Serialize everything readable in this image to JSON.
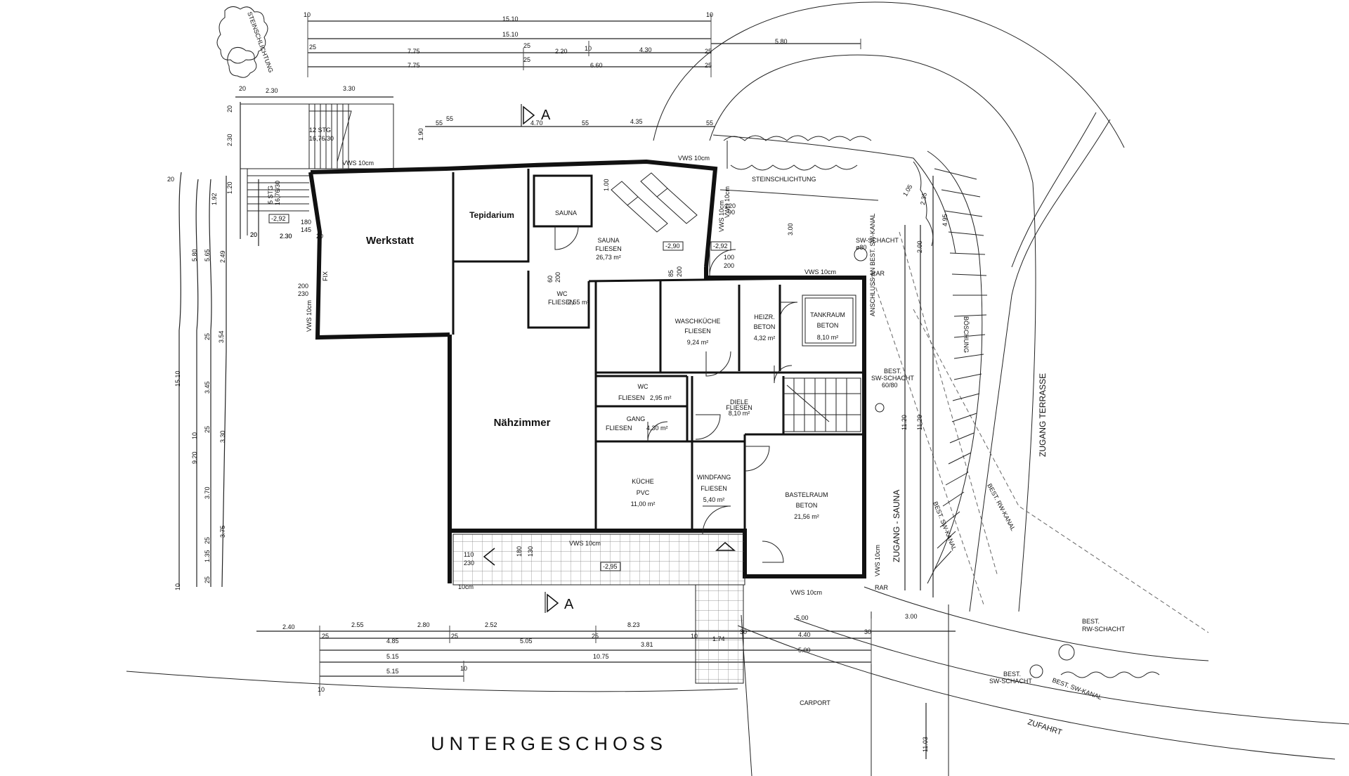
{
  "title": "UNTERGESCHOSS",
  "section_marks": [
    "A",
    "A"
  ],
  "rooms": {
    "werkstatt": {
      "name": "Werkstatt"
    },
    "tepidarium": {
      "name": "Tepidarium"
    },
    "sauna_cabin": {
      "name": "SAUNA"
    },
    "sauna": {
      "name": "SAUNA",
      "floor": "FLIESEN",
      "area": "26,73 m²"
    },
    "wc_top": {
      "name": "WC",
      "floor": "FLIESEN",
      "area": "2,55 m²"
    },
    "waschkueche": {
      "name": "WASCHKÜCHE",
      "floor": "FLIESEN",
      "area": "9,24 m²"
    },
    "heizr": {
      "name": "HEIZR.",
      "floor": "BETON",
      "area": "4,32 m²"
    },
    "tankraum": {
      "name": "TANKRAUM",
      "floor": "BETON",
      "area": "8,10 m²"
    },
    "wc_mid": {
      "name": "WC",
      "floor": "FLIESEN",
      "area": "2,95 m²"
    },
    "diele": {
      "name": "DIELE",
      "floor": "FLIESEN",
      "area": "8,10 m²"
    },
    "gang": {
      "name": "GANG",
      "floor": "FLIESEN",
      "area": "4,30 m²"
    },
    "naehzimmer": {
      "name": "Nähzimmer"
    },
    "kueche": {
      "name": "KÜCHE",
      "floor": "PVC",
      "area": "11,00 m²"
    },
    "windfang": {
      "name": "WINDFANG",
      "floor": "FLIESEN",
      "area": "5,40 m²"
    },
    "bastelraum": {
      "name": "BASTELRAUM",
      "floor": "BETON",
      "area": "21,56 m²"
    },
    "carport": {
      "name": "CARPORT"
    }
  },
  "site_labels": {
    "steinschlichtung_top": "STEINSCHLICHTUNG",
    "steinschlichtung_right": "STEINSCHLICHTUNG",
    "boeschung": "BÖSCHUNG",
    "zugang_terrasse": "ZUGANG TERRASSE",
    "zugang_sauna": "ZUGANG - SAUNA",
    "zufahrt": "ZUFAHRT",
    "sw_schacht": "SW-SCHACHT",
    "sw_schacht_size": "ø80",
    "best_sw_schacht_right_1": "BEST.",
    "best_sw_schacht_right_2": "SW-SCHACHT",
    "best_sw_schacht_right_3": "60/80",
    "best_rw_schacht_1": "BEST.",
    "best_rw_schacht_2": "RW-SCHACHT",
    "best_sw_schacht_low_1": "BEST.",
    "best_sw_schacht_low_2": "SW-SCHACHT",
    "best_rw_kanal": "BEST. RW-KANAL",
    "best_sw_kanal": "BEST. SW-KANAL",
    "best_sw_kanal_low": "BEST. SW-KANAL",
    "anschluss": "ANSCHLUSS AN BEST. SW-KANAL",
    "rar_1": "RAR",
    "rar_2": "RAR",
    "stairs_top_1": "12 STG",
    "stairs_top_2": "16,76/30",
    "stairs_left_1": "5 STG",
    "stairs_left_2": "16,76/30",
    "vws_1": "VWS 10cm",
    "vws_2": "VWS 10cm",
    "vws_3": "VWS 10cm",
    "vws_4": "VWS 10cm",
    "vws_5": "VWS 10cm",
    "vws_side_1": "VWS 10cm",
    "vws_side_2": "VWS 10cm",
    "vws_side_3": "VWS 10cm",
    "vws_side_4": "VWS 10cm",
    "level_1": "-2,92",
    "level_2": "-2,90",
    "level_3": "-2,92",
    "level_4": "-2,95",
    "tencm_1": "10cm",
    "fix": "FIX"
  },
  "dims_top": [
    "10",
    "15.10",
    "10",
    "15.10",
    "5.80",
    "25",
    "7.75",
    "25",
    "2.20",
    "10",
    "4.30",
    "25",
    "7.75",
    "25",
    "6.60",
    "25",
    "20",
    "2.30",
    "3.30",
    "55",
    "55",
    "4.70",
    "55",
    "4.35",
    "55"
  ],
  "dims_left": [
    "15.10",
    "5.80",
    "5.65",
    "2.49",
    "9.20",
    "3.45",
    "3.30",
    "3.70",
    "3.75",
    "1.35",
    "25",
    "10",
    "25",
    "25",
    "10",
    "25",
    "3.54",
    "1.92",
    "1.20",
    "2.30",
    "20",
    "2.30",
    "20",
    "20",
    "1.90"
  ],
  "dims_bottom": [
    "2.40",
    "2.55",
    "2.80",
    "2.52",
    "8.23",
    "5.00",
    "3.00",
    "25",
    "4.85",
    "25",
    "5.05",
    "25",
    "3.81",
    "10",
    "1.74",
    "30",
    "4.40",
    "30",
    "5.15",
    "10.75",
    "5.00",
    "5.15",
    "10",
    "10"
  ],
  "dims_right": [
    "2.00",
    "11.20",
    "11.20",
    "4.95",
    "1.05",
    "2.35",
    "11.03",
    "3.00"
  ],
  "dims_misc": [
    "200",
    "230",
    "110",
    "230",
    "180",
    "130",
    "120",
    "90",
    "100",
    "200",
    "60",
    "200",
    "85",
    "200",
    "1.00",
    "180",
    "145",
    "20",
    "2.30",
    "20"
  ]
}
